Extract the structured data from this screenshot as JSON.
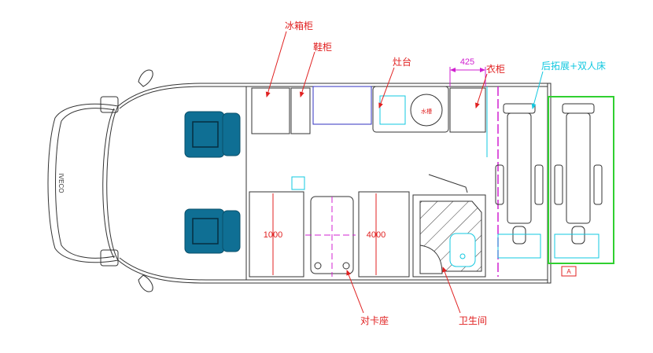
{
  "title": "RV floor plan",
  "logo_text": "IVECO",
  "labels": {
    "fridge_cabinet": "冰箱柜",
    "shoe_cabinet": "鞋柜",
    "stove": "灶台",
    "wardrobe": "衣柜",
    "rear_extension_bed": "后拓展+双人床",
    "dinette": "对卡座",
    "bathroom": "卫生间",
    "sink": "水槽",
    "marker": "A"
  },
  "dimensions": {
    "wardrobe_width": "425",
    "left_cabinet": "1000",
    "right_cabinet": "4000"
  },
  "colors": {
    "annotation": "#e02020",
    "dimension": "#d020d0",
    "bed_label": "#12c8e0",
    "seat": "#0f6f94",
    "extension": "#30d030"
  }
}
